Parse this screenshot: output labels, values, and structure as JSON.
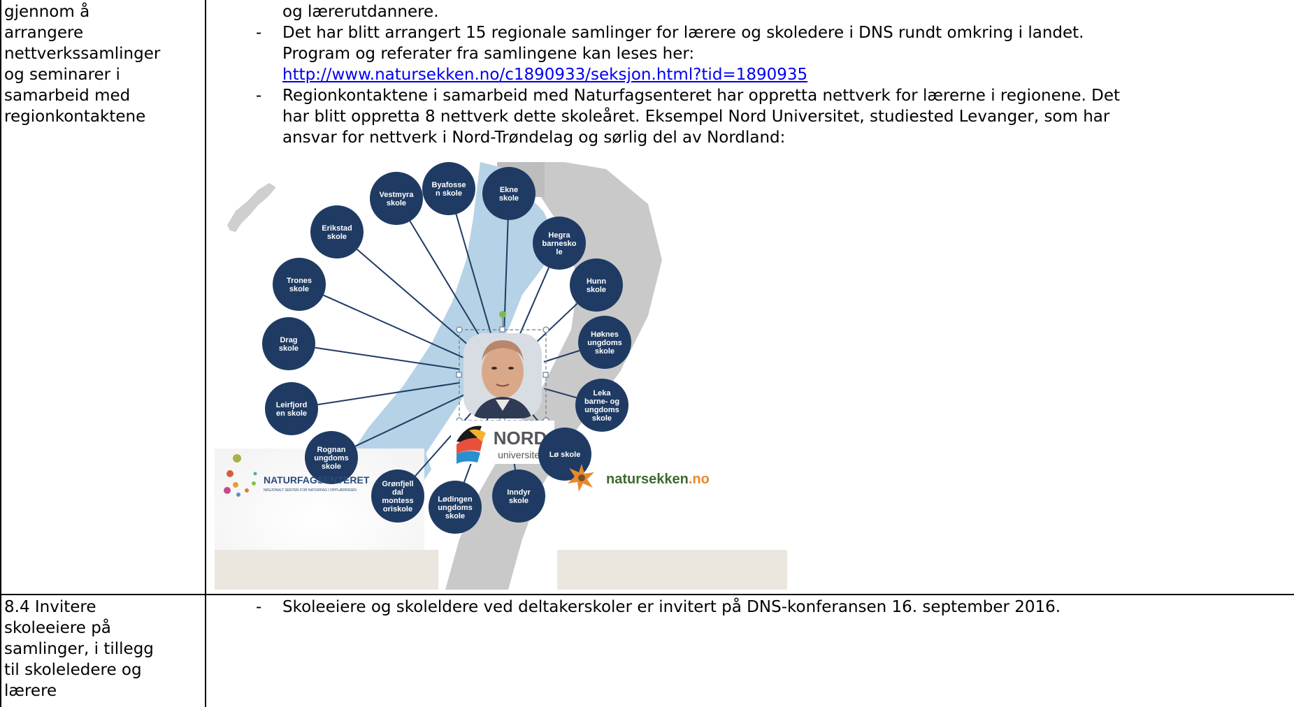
{
  "row1": {
    "left_lines": [
      "gjennom å",
      "arrangere",
      "nettverkssamlinger",
      "og seminarer i",
      "samarbeid med",
      "regionkontaktene"
    ],
    "continuation": "og lærerutdannere.",
    "bullet_dash": "-",
    "bullet1_line1": "Det har blitt arrangert 15 regionale samlinger for lærere og skoledere i DNS rundt omkring i landet.",
    "bullet1_line2": "Program og referater fra samlingene kan leses her:",
    "bullet1_link": "http://www.natursekken.no/c1890933/seksjon.html?tid=1890935",
    "bullet2_line1": "Regionkontaktene i samarbeid med Naturfagsenteret har oppretta nettverk for lærerne i regionene. Det",
    "bullet2_line2": "har blitt oppretta 8 nettverk dette skoleåret. Eksempel Nord Universitet, studiested Levanger, som har",
    "bullet2_line3": "ansvar for nettverk i Nord-Trøndelag og sørlig del av Nordland:"
  },
  "figure": {
    "center_logo_main": "NORD",
    "center_logo_sub": "universitet",
    "bottom_left_logo": "NATURFAGSENTERET",
    "bottom_left_logo_sub": "NASJONALT SENTER FOR NATURFAG I OPPLÆRINGEN",
    "bottom_right_logo_a": "natursekken",
    "bottom_right_logo_b": ".no",
    "nodes": [
      {
        "lines": [
          "Byafosse",
          "n skole"
        ]
      },
      {
        "lines": [
          "Ekne",
          "skole"
        ]
      },
      {
        "lines": [
          "Hegra",
          "barnesko",
          "le"
        ]
      },
      {
        "lines": [
          "Hunn",
          "skole"
        ]
      },
      {
        "lines": [
          "Høknes",
          "ungdoms",
          "skole"
        ]
      },
      {
        "lines": [
          "Leka",
          "barne- og",
          "ungdoms",
          "skole"
        ]
      },
      {
        "lines": [
          "Lø skole"
        ]
      },
      {
        "lines": [
          "Inndyr",
          "skole"
        ]
      },
      {
        "lines": [
          "Lødingen",
          "ungdoms",
          "skole"
        ]
      },
      {
        "lines": [
          "Grønfjell",
          "dal",
          "montess",
          "oriskole"
        ]
      },
      {
        "lines": [
          "Rognan",
          "ungdoms",
          "skole"
        ]
      },
      {
        "lines": [
          "Leirfjord",
          "en skole"
        ]
      },
      {
        "lines": [
          "Drag",
          "skole"
        ]
      },
      {
        "lines": [
          "Trones",
          "skole"
        ]
      },
      {
        "lines": [
          "Erikstad",
          "skole"
        ]
      },
      {
        "lines": [
          "Vestmyra",
          "skole"
        ]
      }
    ],
    "colors": {
      "node": "#1f3b63",
      "line": "#1f3b63",
      "map": "#b6d2e6",
      "land_gray": "#c8c8c8"
    }
  },
  "row2": {
    "left_lines": [
      "8.4 Invitere",
      "skoleeiere på",
      "samlinger, i tillegg",
      "til skoleledere og",
      "lærere"
    ],
    "bullet_dash": "-",
    "bullet1": "Skoleeiere og skoleldere ved deltakerskoler er invitert på DNS-konferansen 16. september 2016."
  }
}
